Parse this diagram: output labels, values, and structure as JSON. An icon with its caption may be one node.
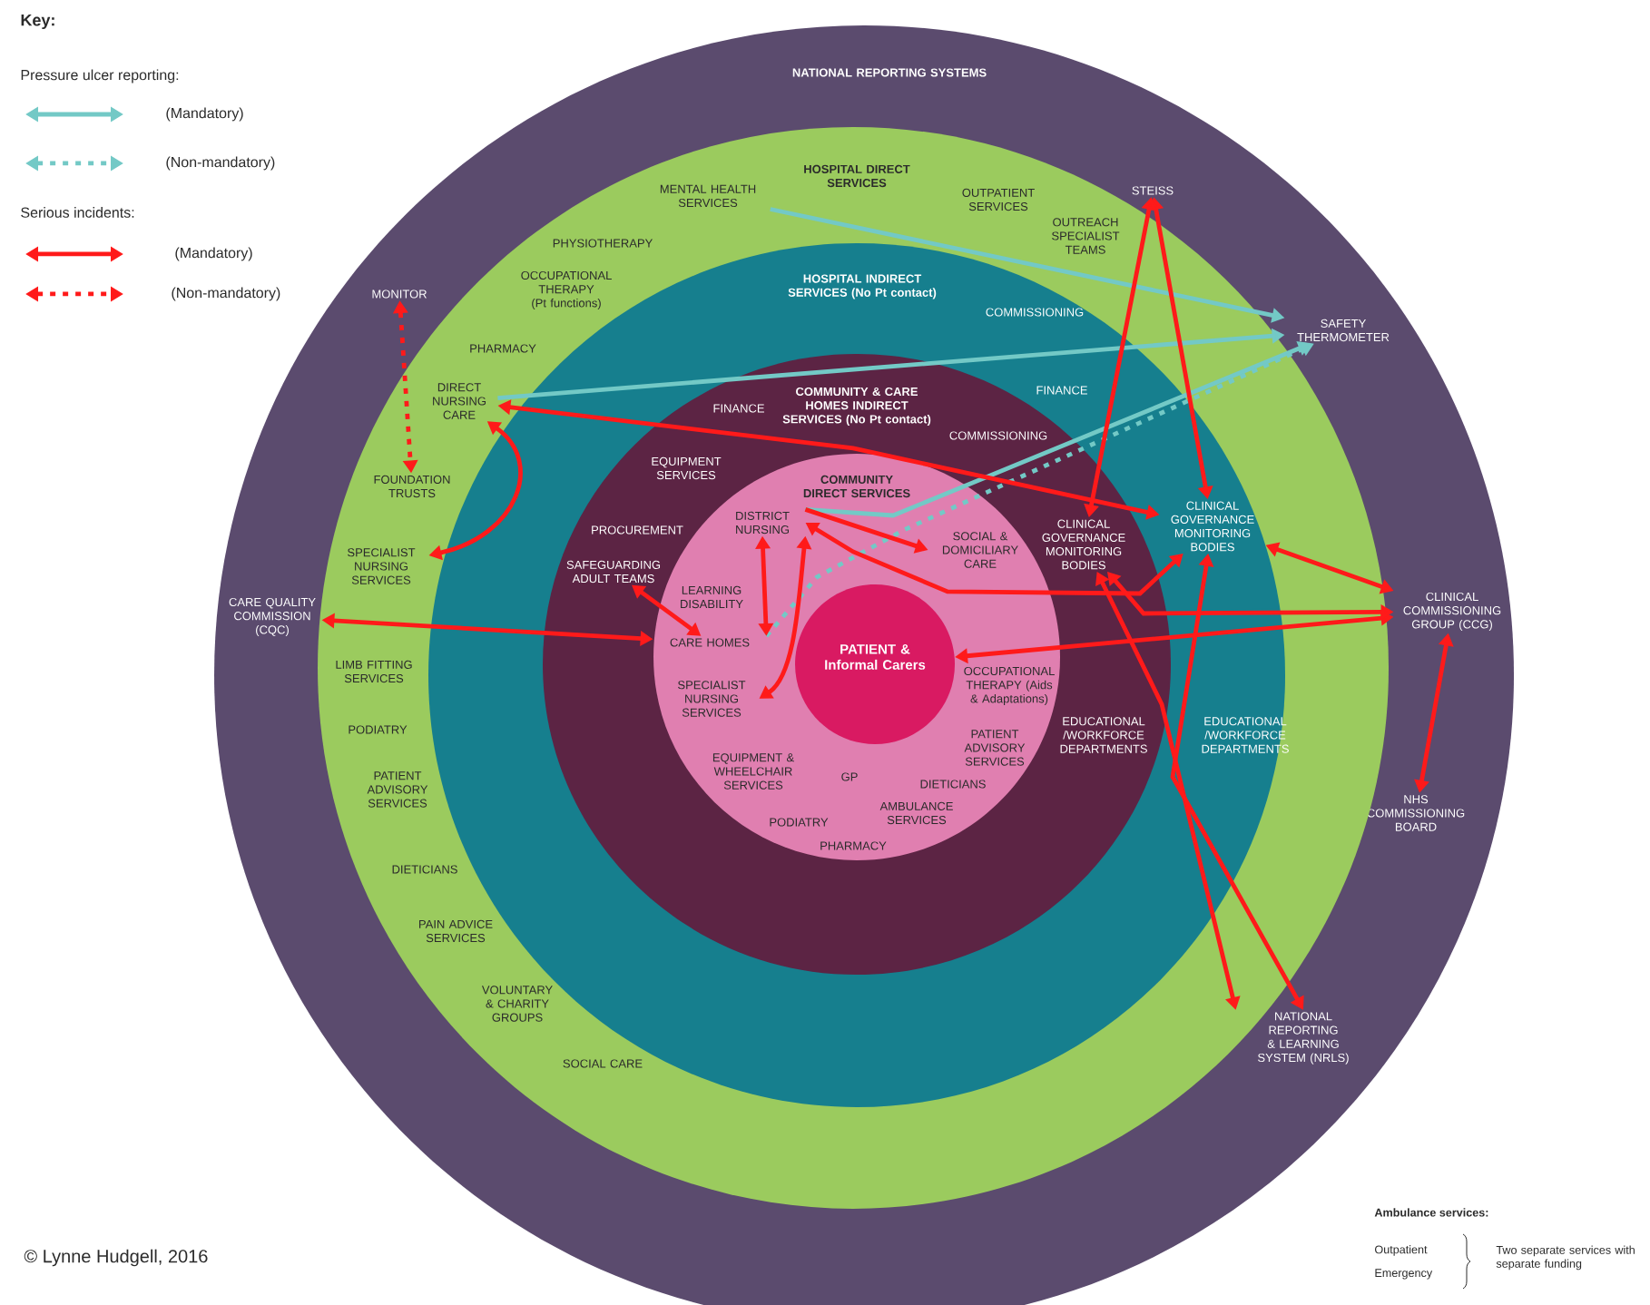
{
  "diagram": {
    "nodes": [
      {
        "text": [
          "NATIONAL REPORTING SYSTEMS"
        ]
      },
      {
        "text": [
          "MONITOR"
        ],
        "in": 0
      },
      {
        "text": [
          "STEISS"
        ],
        "in": 0
      },
      {
        "text": [
          "SAFETY THERMOMETER"
        ],
        "in": 0
      },
      {
        "text": [
          "CARE QUALITY COMMISSION (CQC)"
        ],
        "in": 0
      },
      {
        "text": [
          "CLINICAL COMMISSIONING GROUP (CCG)"
        ],
        "in": 0
      },
      {
        "text": [
          "NHS COMMISSIONING BOARD"
        ],
        "in": 0
      },
      {
        "text": [
          "NATIONAL REPORTING & LEARNING SYSTEM (NRLS)"
        ],
        "in": 0
      },
      {
        "text": [
          "HOSPITAL DIRECT SERVICES",
          "OUTPATIENT SERVICES",
          "PHYSIOTHERAPY",
          "OCCUPATIONAL THERAPY (Pt functions)",
          "OUTREACH SPECIALIST TEAMS",
          "PHARMACY",
          "LIMB FITTING SERVICES",
          "PODIATRY",
          "PATIENT ADVISORY SERVICES",
          "DIETICIANS",
          "PAIN ADVICE SERVICES",
          "VOLUNTARY & CHARITY GROUPS",
          "SOCIAL CARE"
        ],
        "in": 0
      },
      {
        "text": [
          "MENTAL HEALTH SERVICES"
        ],
        "in": 8
      },
      {
        "text": [
          "DIRECT NURSING CARE"
        ],
        "in": 8
      },
      {
        "text": [
          "FOUNDATION TRUSTS"
        ],
        "in": 8
      },
      {
        "text": [
          "SPECIALIST NURSING SERVICES"
        ],
        "in": 8
      },
      {
        "text": [
          "HOSPITAL INDIRECT SERVICES (No Pt contact)",
          "COMMISSIONING",
          "FINANCE",
          "EDUCATIONAL /WORKFORCE DEPARTMENTS"
        ],
        "in": 8
      },
      {
        "text": [
          "CLINICAL GOVERNANCE MONITORING BODIES"
        ],
        "in": 13
      },
      {
        "text": [
          "FINANCE",
          "COMMUNITY & CARE HOMES INDIRECT SERVICES (No Pt contact)",
          "COMMISSIONING",
          "EQUIPMENT SERVICES",
          "PROCUREMENT",
          "EDUCATIONAL /WORKFORCE DEPARTMENTS"
        ],
        "in": 13
      },
      {
        "text": [
          "SAFEGUARDING ADULT TEAMS"
        ],
        "in": 15
      },
      {
        "text": [
          "CLINICAL GOVERNANCE MONITORING BODIES"
        ],
        "in": 15
      },
      {
        "text": [
          "COMMUNITY DIRECT SERVICES",
          "LEARNING DISABILITY",
          "OCCUPATIONAL THERAPY (Aids & Adaptations)",
          "PATIENT ADVISORY SERVICES",
          "EQUIPMENT & WHEELCHAIR SERVICES",
          "GP",
          "DIETICIANS",
          "PODIATRY",
          "AMBULANCE SERVICES",
          "PHARMACY"
        ],
        "in": 15
      },
      {
        "text": [
          "DISTRICT NURSING"
        ],
        "in": 18
      },
      {
        "text": [
          "SOCIAL & DOMICILIARY CARE"
        ],
        "in": 18
      },
      {
        "text": [
          "CARE HOMES"
        ],
        "in": 18
      },
      {
        "text": [
          "SPECIALIST NURSING SERVICES"
        ],
        "in": 18
      },
      {
        "text": [
          "PATIENT & Informal Carers"
        ],
        "in": 18
      }
    ],
    "edges": [
      {
        "from": 9,
        "to": 3,
        "arrow": "to",
        "color": "#73c9c6"
      },
      {
        "from": 10,
        "to": 3,
        "arrow": "to",
        "color": "#73c9c6"
      },
      {
        "from": 19,
        "to": 3,
        "arrow": "to",
        "color": "#73c9c6"
      },
      {
        "from": 21,
        "to": 3,
        "arrow": "to",
        "color": "#73c9c6",
        "style": "dashed"
      },
      {
        "from": 1,
        "to": 11,
        "arrow": "both",
        "style": "dashed"
      },
      {
        "from": 10,
        "to": 12,
        "arrow": "both"
      },
      {
        "from": 10,
        "to": 14,
        "arrow": "both"
      },
      {
        "from": 2,
        "to": 14,
        "arrow": "both"
      },
      {
        "from": 2,
        "to": 17,
        "arrow": "both"
      },
      {
        "from": 19,
        "to": 14,
        "arrow": "both"
      },
      {
        "from": 19,
        "to": 20,
        "arrow": "to"
      },
      {
        "from": 21,
        "to": 19,
        "arrow": "both"
      },
      {
        "from": 19,
        "to": 22,
        "arrow": "both"
      },
      {
        "from": 21,
        "to": 16,
        "arrow": "both"
      },
      {
        "from": 21,
        "to": 4,
        "arrow": "both"
      },
      {
        "from": 23,
        "to": 5,
        "arrow": "both"
      },
      {
        "from": 17,
        "to": 5,
        "arrow": "both"
      },
      {
        "from": 14,
        "to": 5,
        "arrow": "both"
      },
      {
        "from": 17,
        "to": 7,
        "arrow": "both"
      },
      {
        "from": 14,
        "to": 7,
        "arrow": "both"
      },
      {
        "from": 5,
        "to": 6,
        "arrow": "both"
      }
    ],
    "labels": [
      "Key:",
      "Pressure ulcer reporting:",
      "Serious incidents:",
      "© Lynne Hudgell, 2016",
      "Ambulance services:",
      "Outpatient",
      "Emergency",
      "Two separate services with separate funding"
    ],
    "legend": [
      {
        "text": "(Mandatory)"
      },
      {
        "text": "(Non-mandatory)"
      },
      {
        "text": "(Mandatory)"
      },
      {
        "text": "(Non-mandatory)"
      }
    ]
  }
}
